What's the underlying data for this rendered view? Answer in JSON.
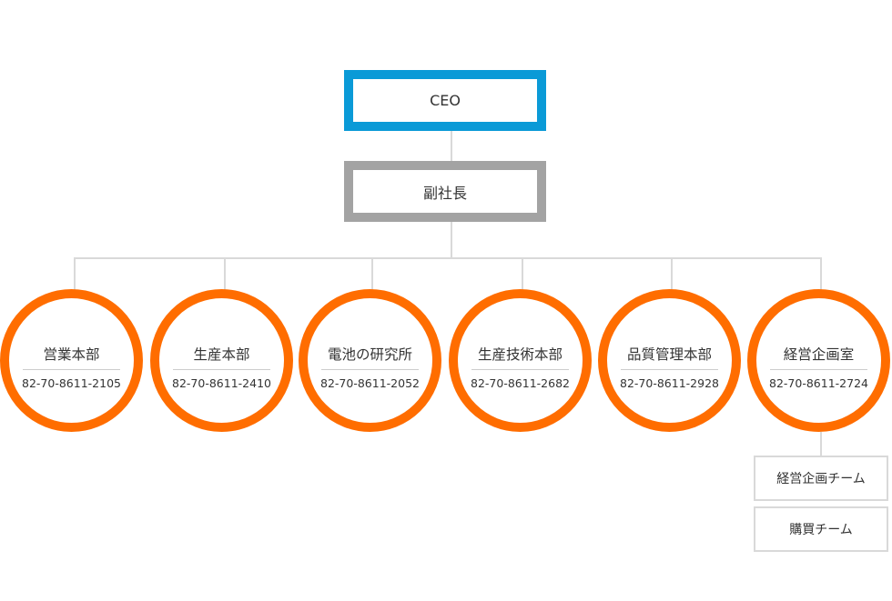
{
  "ceo": {
    "label": "CEO"
  },
  "vice_president": {
    "label": "副社長"
  },
  "departments": [
    {
      "name": "営業本部",
      "phone": "82-70-8611-2105"
    },
    {
      "name": "生産本部",
      "phone": "82-70-8611-2410"
    },
    {
      "name": "電池の研究所",
      "phone": "82-70-8611-2052"
    },
    {
      "name": "生産技術本部",
      "phone": "82-70-8611-2682"
    },
    {
      "name": "品質管理本部",
      "phone": "82-70-8611-2928"
    },
    {
      "name": "経営企画室",
      "phone": "82-70-8611-2724"
    }
  ],
  "teams": [
    {
      "name": "経営企画チーム"
    },
    {
      "name": "購買チーム"
    }
  ],
  "colors": {
    "ceo_border": "#0a9ad7",
    "vp_border": "#a3a3a3",
    "department_ring": "#ff6d00",
    "connector": "#d9d9d9"
  }
}
